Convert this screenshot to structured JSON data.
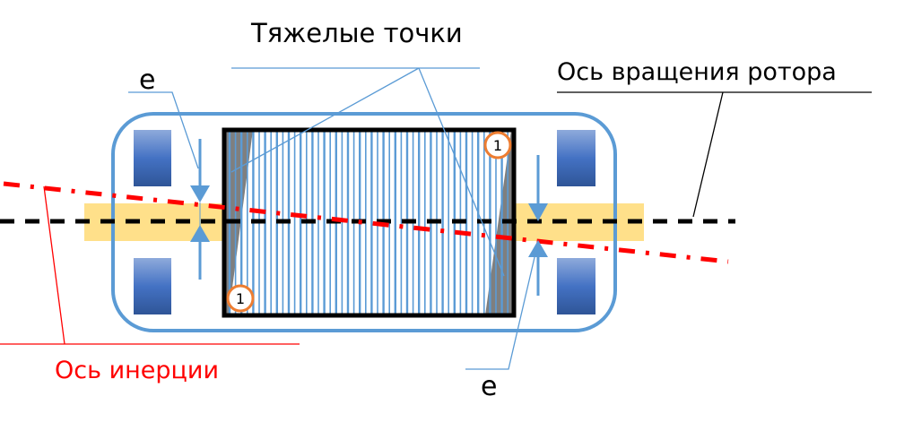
{
  "diagram": {
    "title": "Rotor imbalance: rotation axis vs inertia axis",
    "labels": {
      "heavy_points": "Тяжелые точки",
      "rotation_axis": "Ось вращения ротора",
      "inertia_axis": "Ось инерции",
      "eccentricity_left": "e",
      "eccentricity_right": "e"
    },
    "heavy_point_markers": [
      {
        "text": "1",
        "position": "top-right"
      },
      {
        "text": "1",
        "position": "bottom-left"
      }
    ],
    "colors": {
      "housing": "#5b9bd5",
      "shaft_band": "#ffe08a",
      "rotation_axis": "#000000",
      "inertia_axis": "#ff0000",
      "rotor_stripes": "#5b9bd5",
      "heavy_region": "#7f7f7f",
      "marker_ring": "#ed7d31",
      "bearing_top": "#8eaadb",
      "bearing_bottom": "#2f5597",
      "inertia_label": "#ff0000",
      "text": "#000000"
    }
  }
}
